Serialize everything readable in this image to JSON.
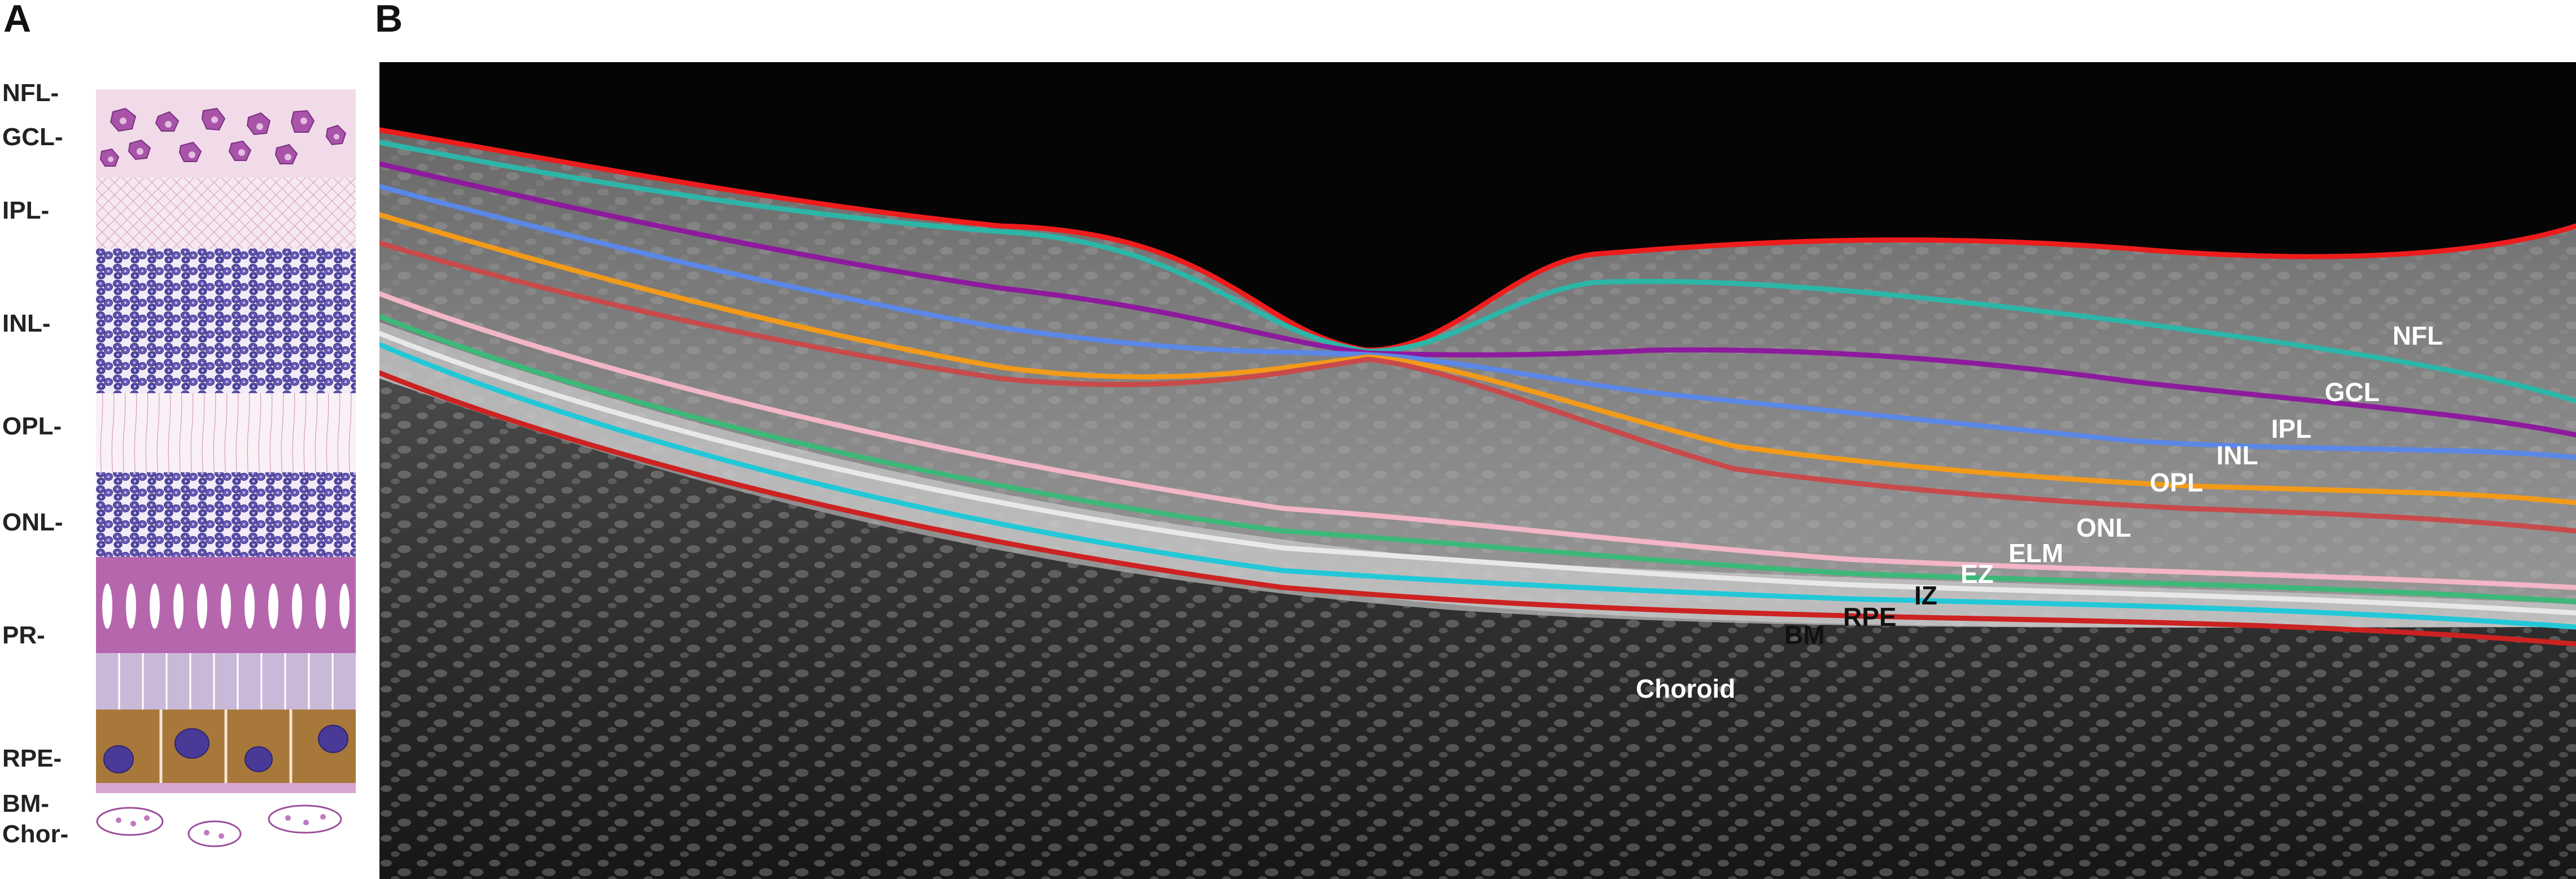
{
  "panel_a": {
    "letter": "A",
    "layer_labels": [
      "NFL-",
      "GCL-",
      "IPL-",
      "INL-",
      "OPL-",
      "ONL-",
      "PR-",
      "RPE-",
      "BM-",
      "Chor-"
    ]
  },
  "panel_b": {
    "letter": "B",
    "boundary_labels": [
      {
        "text": "NFL",
        "color": "#ffffff"
      },
      {
        "text": "GCL",
        "color": "#ffffff"
      },
      {
        "text": "IPL",
        "color": "#ffffff"
      },
      {
        "text": "INL",
        "color": "#ffffff"
      },
      {
        "text": "OPL",
        "color": "#ffffff"
      },
      {
        "text": "ONL",
        "color": "#ffffff"
      },
      {
        "text": "ELM",
        "color": "#ffffff"
      },
      {
        "text": "EZ",
        "color": "#ffffff"
      },
      {
        "text": "IZ",
        "color": "#111111"
      },
      {
        "text": "RPE",
        "color": "#111111"
      },
      {
        "text": "BM",
        "color": "#111111"
      },
      {
        "text": "Choroid",
        "color": "#ffffff"
      }
    ],
    "boundary_colors": {
      "ilm": "#ee1c1c",
      "nfl_gcl": "#2bb6a8",
      "gcl_ipl": "#8e1a9e",
      "ipl_inl": "#5b87e6",
      "inl_opl": "#f29a1a",
      "opl_onl": "#c84a4a",
      "elm": "#f2b6c6",
      "ez": "#3cb878",
      "iz": "#e8e8e8",
      "rpe": "#22c8d8",
      "bm": "#cc2222"
    }
  },
  "colors": {
    "ganglion_cell": "#a04aa0",
    "nuclear_layer": "#5a4fa8",
    "photoreceptor": "#b060a8",
    "rpe_cell": "#a87838",
    "rpe_nucleus": "#4a3a98",
    "plexiform_line": "#d8a8c8"
  }
}
